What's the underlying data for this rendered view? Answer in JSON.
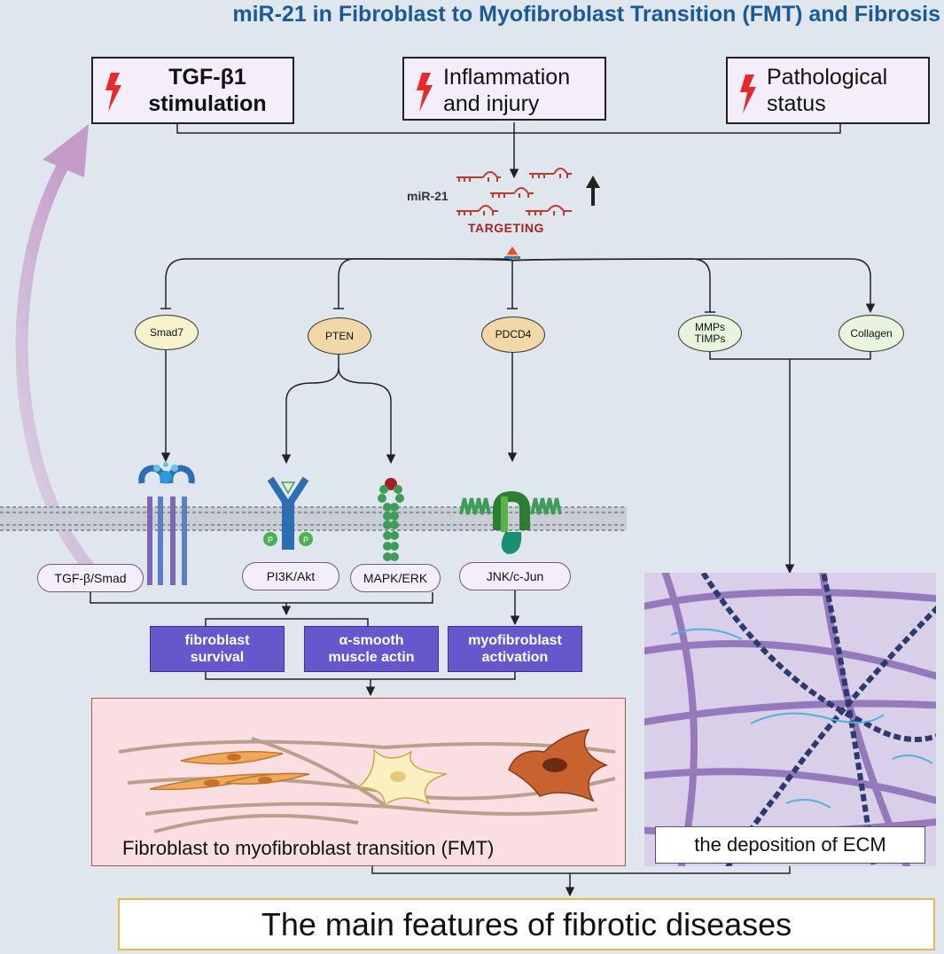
{
  "title": "miR-21 in Fibroblast to Myofibroblast Transition (FMT)  and Fibrosis",
  "triggers": {
    "tgf": "TGF-β1 stimulation",
    "tgf_line1": "TGF-β1",
    "tgf_line2": "stimulation",
    "inflammation_line1": "Inflammation",
    "inflammation_line2": "and injury",
    "pathological_line1": "Pathological",
    "pathological_line2": "status"
  },
  "mirna": {
    "label": "miR-21",
    "targeting": "TARGETING"
  },
  "targets": {
    "smad7": "Smad7",
    "pten": "PTEN",
    "pdcd4": "PDCD4",
    "mmps": "MMPs",
    "timps": "TIMPs",
    "collagen": "Collagen"
  },
  "pathways": {
    "tgf_smad": "TGF-β/Smad",
    "pi3k_akt": "PI3K/Akt",
    "mapk_erk": "MAPK/ERK",
    "jnk_cjun": "JNK/c-Jun"
  },
  "outcomes": {
    "survival_line1": "fibroblast",
    "survival_line2": "survival",
    "actin_line1": "α-smooth",
    "actin_line2": "muscle actin",
    "activation_line1": "myofibroblast",
    "activation_line2": "activation"
  },
  "fmt_label": "Fibroblast to myofibroblast transition (FMT)",
  "ecm_label": "the deposition of ECM",
  "conclusion": "The main features of fibrotic diseases",
  "colors": {
    "title": "#1b5a96",
    "background": "#dfe6ed",
    "trigger_box": "#f3eefa",
    "lightning": "#e32b2b",
    "targeting": "#a42424",
    "outcome_box": "#6658cc",
    "fmt_box": "#f9dfe2",
    "conclusion_border": "#e6b94c"
  }
}
